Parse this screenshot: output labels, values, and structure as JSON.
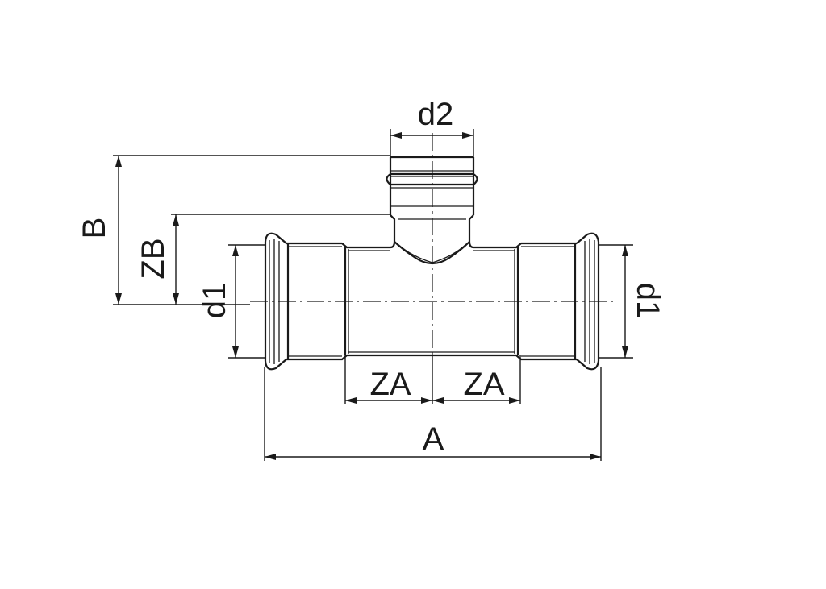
{
  "drawing": {
    "title": "Reducing tee press fitting dimension drawing",
    "labels": {
      "d2": "d2",
      "B": "B",
      "ZB": "ZB",
      "d1_left": "d1",
      "d1_right": "d1",
      "ZA_left": "ZA",
      "ZA_right": "ZA",
      "A": "A"
    },
    "line_color": "#1a1a1a"
  }
}
